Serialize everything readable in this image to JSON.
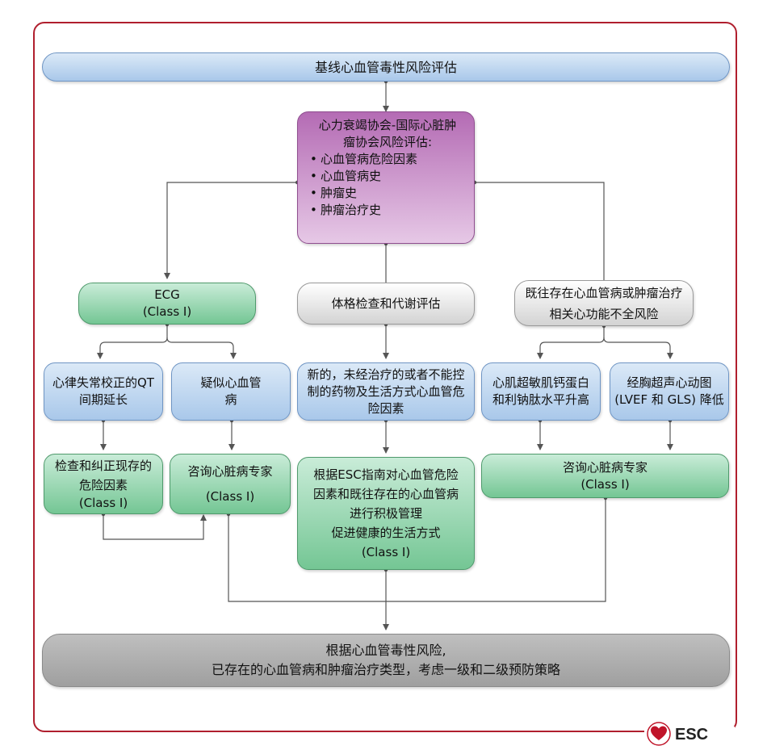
{
  "baseline": "基线心血管毒性风险评估",
  "hfa_title": "心力衰竭协会-国际心脏肿瘤协会风险评估:",
  "hfa_items": [
    "心血管病危险因素",
    "心血管病史",
    "肿瘤史",
    "肿瘤治疗史"
  ],
  "left": {
    "ecg": "ECG",
    "ecg_class": "(Class I)",
    "arrhythmia": "心律失常校正的QT间期延长",
    "suspected": "疑似心血管病",
    "check": "检查和纠正现存的危险因素",
    "check_class": "(Class I)",
    "consult": "咨询心脏病专家",
    "consult_class": "(Class I)"
  },
  "middle": {
    "exam": "体格检查和代谢评估",
    "newrisk": "新的，未经治疗的或者不能控制的药物及生活方式心血管危险因素",
    "manage": "根据ESC指南对心血管危险因素和既往存在的心血管病进行积极管理",
    "healthy": "促进健康的生活方式",
    "manage_class": "(Class I)"
  },
  "right": {
    "history": "既往存在心血管病或肿瘤治疗相关心功能不全风险",
    "troponin": "心肌超敏肌钙蛋白和利钠肽水平升高",
    "echo": "经胸超声心动图 (LVEF 和 GLS) 降低",
    "consult": "咨询心脏病专家",
    "consult_class": "(Class I)"
  },
  "bottom_line1": "根据心血管毒性风险,",
  "bottom_line2": "已存在的心血管病和肿瘤治疗类型，考虑一级和二级预防策略",
  "logo": "ESC",
  "colors": {
    "frame": "#b01f2e",
    "blue": "#a9c8ea",
    "green": "#74c694",
    "purple": "#b46bb4",
    "gray": "#a8a8a8"
  }
}
